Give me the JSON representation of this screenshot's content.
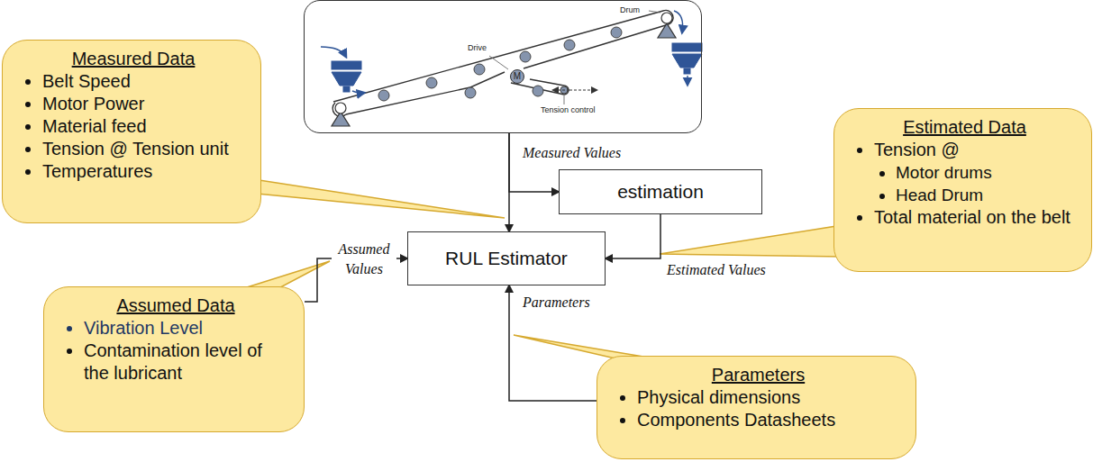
{
  "diagram": {
    "nodes": [
      {
        "text": [
          "Drum",
          "Drive",
          "Tension control"
        ]
      },
      {
        "text": [
          "M"
        ],
        "in": 0
      },
      {
        "text": [
          "estimation"
        ]
      },
      {
        "text": [
          "RUL Estimator"
        ]
      },
      {
        "text": [
          "Measured Data",
          "Belt Speed",
          "Motor Power",
          "Material feed",
          "Tension @ Tension unit",
          "Temperatures"
        ]
      },
      {
        "text": [
          "Estimated Data",
          "Tension @",
          "Motor drums",
          "Head Drum",
          "Total material on the belt"
        ]
      },
      {
        "text": [
          "Assumed Data",
          "Vibration Level",
          "Contamination level of the lubricant"
        ]
      },
      {
        "text": [
          "Parameters",
          "Physical dimensions",
          "Components Datasheets"
        ]
      }
    ],
    "edges": [
      {
        "from": 0,
        "to": 3,
        "arrow": "to",
        "label": "Measured Values"
      },
      {
        "from": 0,
        "to": 2,
        "arrow": "to"
      },
      {
        "from": 2,
        "to": 3,
        "arrow": "to",
        "label": "Estimated Values"
      },
      {
        "from": 6,
        "to": 3,
        "arrow": "to",
        "label": "Assumed Values"
      },
      {
        "from": 7,
        "to": 3,
        "arrow": "to",
        "label": "Parameters"
      }
    ]
  }
}
